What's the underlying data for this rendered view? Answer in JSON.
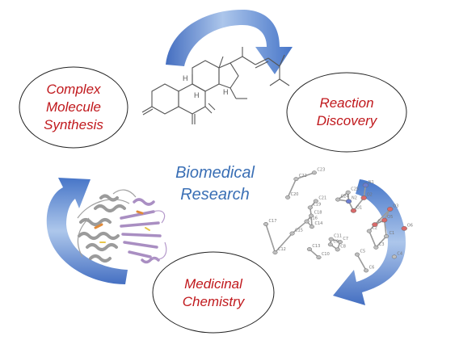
{
  "nodes": {
    "synthesis": {
      "line1": "Complex",
      "line2": "Molecule",
      "line3": "Synthesis"
    },
    "reaction": {
      "line1": "Reaction",
      "line2": "Discovery"
    },
    "medicinal": {
      "line1": "Medicinal",
      "line2": "Chemistry"
    }
  },
  "center": {
    "line1": "Biomedical",
    "line2": "Research"
  },
  "molecule_labels": {
    "h1": "H",
    "h2": "H",
    "h3": "H"
  },
  "crystal_labels": [
    "C1",
    "C2",
    "C3",
    "C4",
    "C5",
    "C6",
    "C7",
    "C8",
    "C9",
    "C10",
    "C11",
    "C12",
    "C13",
    "C14",
    "C15",
    "C16",
    "C17",
    "C18",
    "C19",
    "C20",
    "C21",
    "C22",
    "C23",
    "C24",
    "C25",
    "N1",
    "N2",
    "O1",
    "O2",
    "O3",
    "O4",
    "O5",
    "O6"
  ],
  "colors": {
    "oval_text": "#c0181c",
    "center_text": "#3a6fb5",
    "arrow_blue": "#3d6fc4",
    "arrow_light": "#9ab8e6",
    "protein_grey": "#8a8a8a",
    "protein_purple": "#9b7bb8",
    "protein_orange": "#e08a3a"
  },
  "icons": [
    "circular-arrow-icon",
    "steroid-structure-icon",
    "crystal-structure-icon",
    "protein-ribbon-icon"
  ]
}
